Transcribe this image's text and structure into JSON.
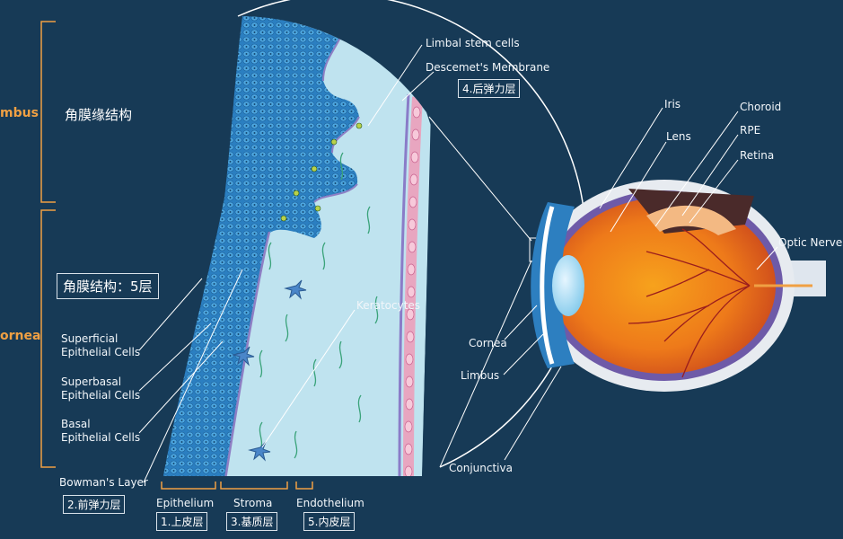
{
  "side_labels": {
    "limbus": "mbus",
    "cornea": "ornea"
  },
  "chinese": {
    "limbus_structure": "角膜缘结构",
    "cornea_structure": "角膜结构：5层"
  },
  "labels": {
    "limbal_stem_cells": "Limbal stem cells",
    "descemets_membrane": "Descemet's Membrane",
    "superficial": [
      "Superficial",
      "Epithelial Cells"
    ],
    "superbasal": [
      "Superbasal",
      "Epithelial Cells"
    ],
    "basal": [
      "Basal",
      "Epithelial Cells"
    ],
    "bowmans_layer": "Bowman's Layer",
    "keratocytes": "Keratocytes",
    "epithelium": "Epithelium",
    "stroma": "Stroma",
    "endothelium": "Endothelium",
    "iris": "Iris",
    "lens": "Lens",
    "choroid": "Choroid",
    "rpe": "RPE",
    "retina": "Retina",
    "optic_nerve": "Optic Nerve",
    "cornea": "Cornea",
    "limbus": "Limbus",
    "conjunctiva": "Conjunctiva"
  },
  "layer_boxes": {
    "layer1": "1.上皮层",
    "layer2": "2.前弹力层",
    "layer3": "3.基质层",
    "layer4": "4.后弹力层",
    "layer5": "5.内皮层"
  },
  "colors": {
    "background": "#173a56",
    "accent_orange": "#f0a043",
    "epithelium_blue": "#2f86c6",
    "stroma_light": "#bfe3ef",
    "endothelium_pink": "#e8a6c0",
    "eyeball_orange": "#f07b1c"
  }
}
